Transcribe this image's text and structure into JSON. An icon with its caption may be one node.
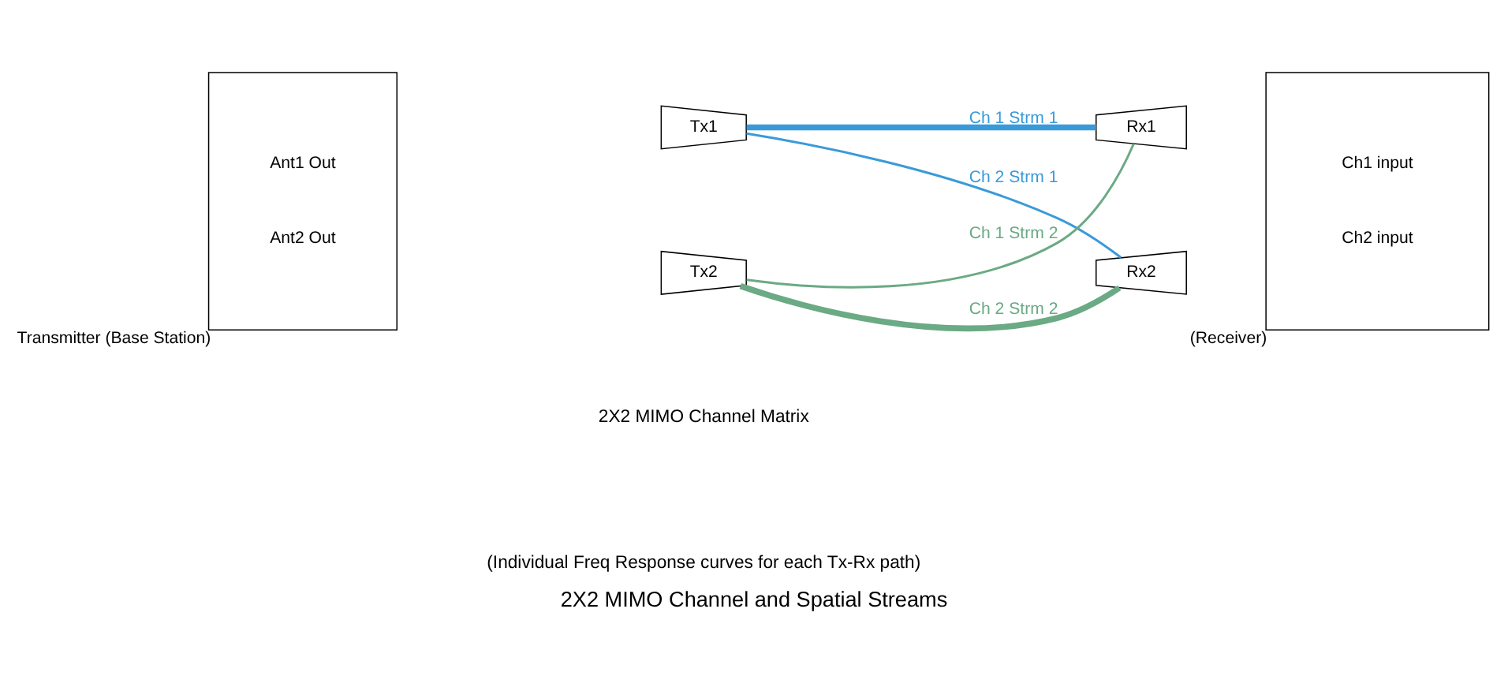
{
  "diagram": {
    "title": "2X2 MIMO Channel and Spatial Streams",
    "nodes": [
      {
        "text": [
          "Ant1 Out",
          "Ant2 Out"
        ],
        "beside": [
          "Transmitter (Base Station)"
        ]
      },
      {
        "text": [
          "Tx1"
        ]
      },
      {
        "text": [
          "Tx2"
        ]
      },
      {
        "text": [
          "Rx1"
        ]
      },
      {
        "text": [
          "Rx2"
        ]
      },
      {
        "text": [
          "Ch1 input",
          "Ch2 input"
        ],
        "beside": [
          "(Receiver)"
        ]
      }
    ],
    "edges": [
      {
        "from": 1,
        "to": 3,
        "arrow": "none",
        "label": "Ch 1 Strm 1",
        "style": "thick",
        "color": "#3a9ad9"
      },
      {
        "from": 1,
        "to": 4,
        "arrow": "none",
        "label": "Ch 2 Strm 1",
        "color": "#3a9ad9"
      },
      {
        "from": 2,
        "to": 3,
        "arrow": "none",
        "label": "Ch 1 Strm 2",
        "color": "#6aaa84"
      },
      {
        "from": 2,
        "to": 4,
        "arrow": "none",
        "label": "Ch 2 Strm 2",
        "style": "thick",
        "color": "#6aaa84"
      }
    ],
    "labels": [
      "2X2 MIMO Channel Matrix",
      "(Individual Freq Response curves for each Tx-Rx path)"
    ]
  }
}
